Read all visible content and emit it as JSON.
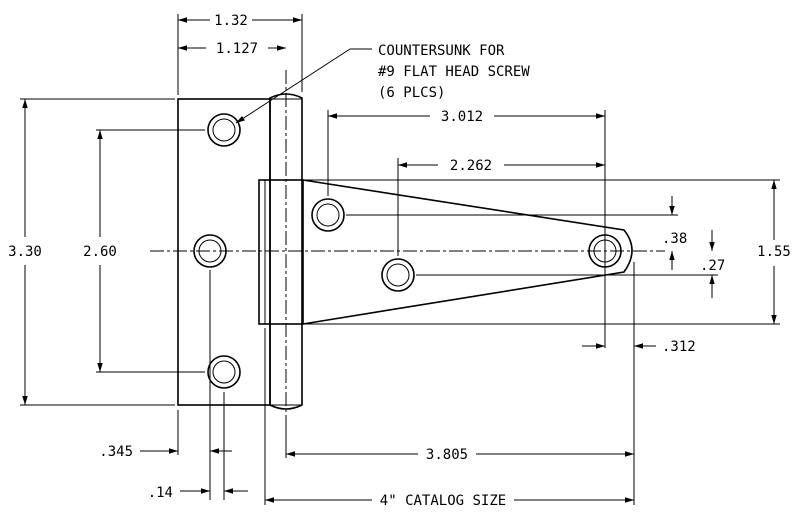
{
  "drawing": {
    "note": {
      "line1": "COUNTERSUNK FOR",
      "line2": "#9 FLAT HEAD SCREW",
      "line3": "(6 PLCS)"
    },
    "dimensions": {
      "overall_leaf_width": "1.32",
      "hole_to_pin": "1.127",
      "leaf_height": "3.30",
      "hole_spacing_vertical": "2.60",
      "strap_hole_span": "3.012",
      "strap_inner_span": "2.262",
      "strap_height": "1.55",
      "offset_upper": ".38",
      "offset_lower": ".27",
      "end_radius_offset": ".312",
      "hole_edge_distance": ".345",
      "countersink_width": ".14",
      "pin_to_end": "3.805",
      "catalog_size": "4\" CATALOG SIZE"
    }
  }
}
